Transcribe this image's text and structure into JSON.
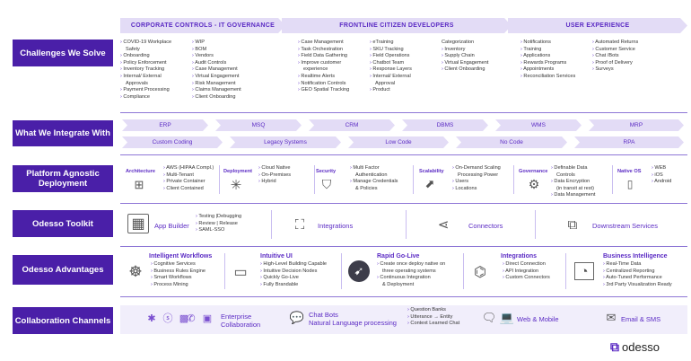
{
  "header": {
    "corporate": "CORPORATE CONTROLS - IT GOVERNANCE",
    "frontline": "FRONTLINE CITIZEN DEVELOPERS",
    "ux": "USER EXPERIENCE"
  },
  "rows": {
    "challenges": "Challenges We Solve",
    "integrate": "What We Integrate With",
    "platform": "Platform Agnostic Deployment",
    "toolkit": "Odesso Toolkit",
    "advantages": "Odesso Advantages",
    "collab": "Collaboration Channels"
  },
  "challenges": {
    "c1": [
      "COVID-19 Workplace",
      "Safety",
      "Onboarding",
      "Policy Enforcement",
      "Inventory Tracking",
      "Internal/ External",
      "Approvals",
      "Payment Processing",
      "Compliance"
    ],
    "c2": [
      "WIP",
      "BOM",
      "Vendors",
      "Audit Controls",
      "Case Management",
      "Virtual Engagement",
      "Risk Management",
      "Claims Management",
      "Client Onboarding"
    ],
    "c3": [
      "Case Management",
      "Task Orchestration",
      "Field Data Gathering",
      "Improve customer",
      "experience",
      "Realtime Alerts",
      "Notification Controls",
      "GEO Spatial Tracking"
    ],
    "c4": [
      "eTraining",
      "SKU Tracking",
      "Field Operations",
      "Chatbot Team",
      "Response Layers",
      "Internal/ External",
      "Approval",
      "Product"
    ],
    "c5": [
      "Categorization",
      "Inventory",
      "Supply Chain",
      "Virtual Engagement",
      "Client Onboarding"
    ],
    "c6": [
      "Notifications",
      "Training",
      "Applications",
      "Rewards Programs",
      "Appointments",
      "Reconciliation Services"
    ],
    "c7": [
      "Automated Returns",
      "Customer Service",
      "Chat /Bots",
      "Proof of Delivery",
      "Surveys"
    ]
  },
  "integrate": {
    "top": [
      "ERP",
      "MSQ",
      "CRM",
      "DBMS",
      "WMS",
      "MRP"
    ],
    "bottom": [
      "Custom Coding",
      "Legacy Systems",
      "Low Code",
      "No Code",
      "RPA"
    ]
  },
  "platform": {
    "architecture": {
      "title": "Architecture",
      "items": [
        "AWS (HIPAA Compl.)",
        "Multi-Tenant",
        "Private Container",
        "Client Contained"
      ]
    },
    "deployment": {
      "title": "Deployment",
      "items": [
        "Cloud Native",
        "On-Premises",
        "Hybrid"
      ]
    },
    "security": {
      "title": "Security",
      "items": [
        "Multi Factor",
        "Authentication",
        "Manage Credentials",
        "& Policies"
      ]
    },
    "scalability": {
      "title": "Scalability",
      "items": [
        "On-Demand Scaling",
        "Processing Power",
        "Users",
        "Locations"
      ]
    },
    "governance": {
      "title": "Governance",
      "items": [
        "Definable Data",
        "Controls",
        "Data Encryption",
        "(in transit at rest)",
        "Data Management"
      ]
    },
    "native": {
      "title": "Native OS",
      "items": [
        "WEB",
        "iOS",
        "Android"
      ]
    }
  },
  "toolkit": {
    "app_builder": "App Builder",
    "app_items": [
      "Testing |Debugging",
      "Review | Release",
      "SAML-SSO"
    ],
    "integrations": "Integrations",
    "connectors": "Connectors",
    "downstream": "Downstream Services"
  },
  "advantages": {
    "workflows": {
      "title": "Intelligent Workflows",
      "items": [
        "Cognitive Services",
        "Business Rules Engine",
        "Smart Workflows",
        "Process Mining"
      ]
    },
    "ui": {
      "title": "Intuitive UI",
      "items": [
        "High-Level Building Capable",
        "Intuitive Decision Nodes",
        "Quickly Go-Live",
        "Fully Brandable"
      ]
    },
    "golive": {
      "title": "Rapid Go-Live",
      "items": [
        "Create once deploy native on",
        "three operating systems",
        "Continuous Integration",
        "& Deployment"
      ]
    },
    "integrations": {
      "title": "Integrations",
      "items": [
        "Direct Connection",
        "API Integration",
        "Custom Connectors"
      ]
    },
    "bi": {
      "title": "Business Intelligence",
      "items": [
        "Real-Time Data",
        "Centralized Reporting",
        "Auto-Tuned Performance",
        "3rd Party Visualization Ready"
      ]
    }
  },
  "collab": {
    "enterprise": "Enterprise Collaboration",
    "chatbots": "Chat Bots",
    "nlp": "Natural Language processing",
    "nlp_items": [
      "Question Banks",
      "Utterance → Entity",
      "Context Learned Chat"
    ],
    "web": "Web & Mobile",
    "email": "Email & SMS"
  },
  "brand": "odesso",
  "colors": {
    "accent": "#5b2bc4",
    "label_bg": "#4a1fa8",
    "band": "#f1eefb"
  }
}
